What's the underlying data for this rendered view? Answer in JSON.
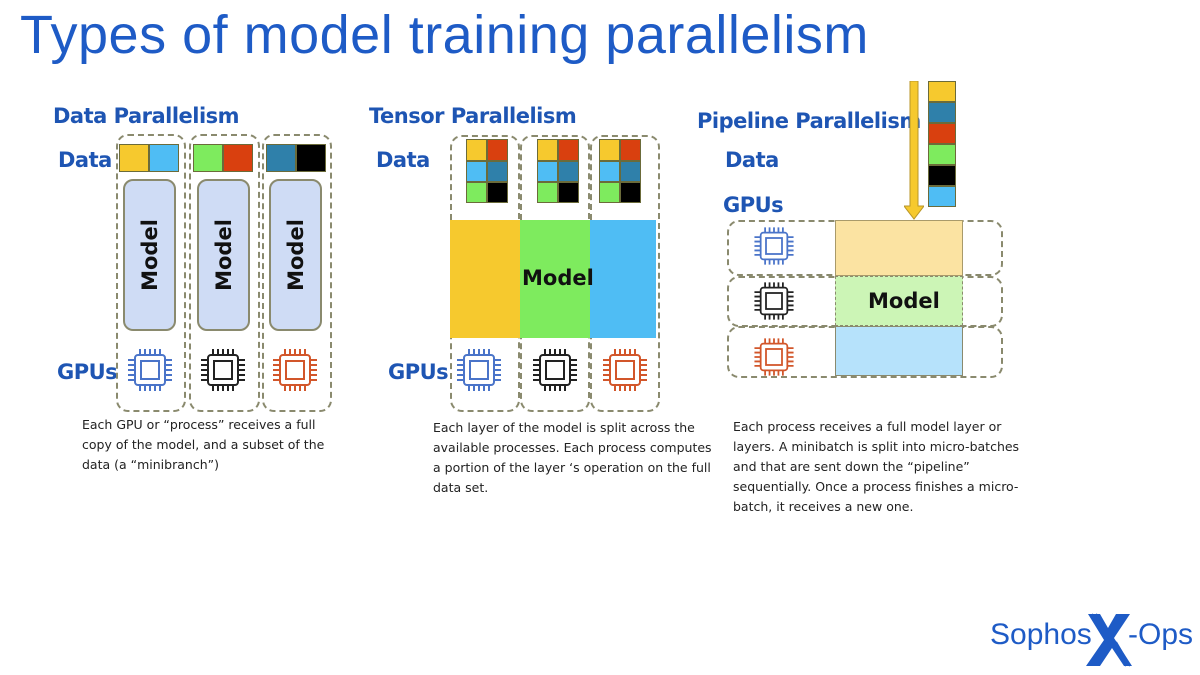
{
  "title": "Types of model training parallelism",
  "colors": {
    "brand_blue": "#1e5bc6",
    "yellow": "#f6c92e",
    "light_blue": "#4fbdf4",
    "green": "#7eeb5e",
    "red": "#d9400f",
    "teal": "#2f80aa",
    "black": "#000000",
    "model_blue": "#cfdcf5",
    "gpu_blue": "#4a74c9",
    "gpu_black": "#222222",
    "gpu_orange": "#d2562a"
  },
  "data_parallelism": {
    "title": "Data Parallelism",
    "data_label": "Data",
    "gpus_label": "GPUs",
    "model_label": "Model",
    "columns": [
      {
        "data_colors": [
          "yellow",
          "light_blue"
        ],
        "gpu": "gpu-blue"
      },
      {
        "data_colors": [
          "green",
          "red"
        ],
        "gpu": "gpu-black"
      },
      {
        "data_colors": [
          "teal",
          "black"
        ],
        "gpu": "gpu-orange"
      }
    ],
    "description": "Each GPU or “process” receives a full copy of the model, and a subset of the data (a “minibranch”)"
  },
  "tensor_parallelism": {
    "title": "Tensor Parallelism",
    "data_label": "Data",
    "gpus_label": "GPUs",
    "model_label": "Model",
    "data_grid": [
      [
        "yellow",
        "red"
      ],
      [
        "light_blue",
        "teal"
      ],
      [
        "green",
        "black"
      ]
    ],
    "model_slices": [
      "yellow",
      "green",
      "light_blue"
    ],
    "description": "Each layer of the model is split across the available processes. Each process computes a portion of the layer ‘s operation on the full data set."
  },
  "pipeline_parallelism": {
    "title": "Pipeline Parallelism",
    "data_label": "Data",
    "gpus_label": "GPUs",
    "model_label": "Model",
    "micro_batches": [
      "yellow",
      "teal",
      "red",
      "green",
      "black",
      "light_blue"
    ],
    "stages": [
      "pale_yellow",
      "pale_green",
      "pale_blue"
    ],
    "description": "Each process receives a full model layer or layers. A minibatch is split into micro-batches and that are sent down the “pipeline” sequentially. Once a process finishes a micro-batch, it receives a new one."
  },
  "logo": {
    "left": "Sophos",
    "right": "-Ops"
  }
}
